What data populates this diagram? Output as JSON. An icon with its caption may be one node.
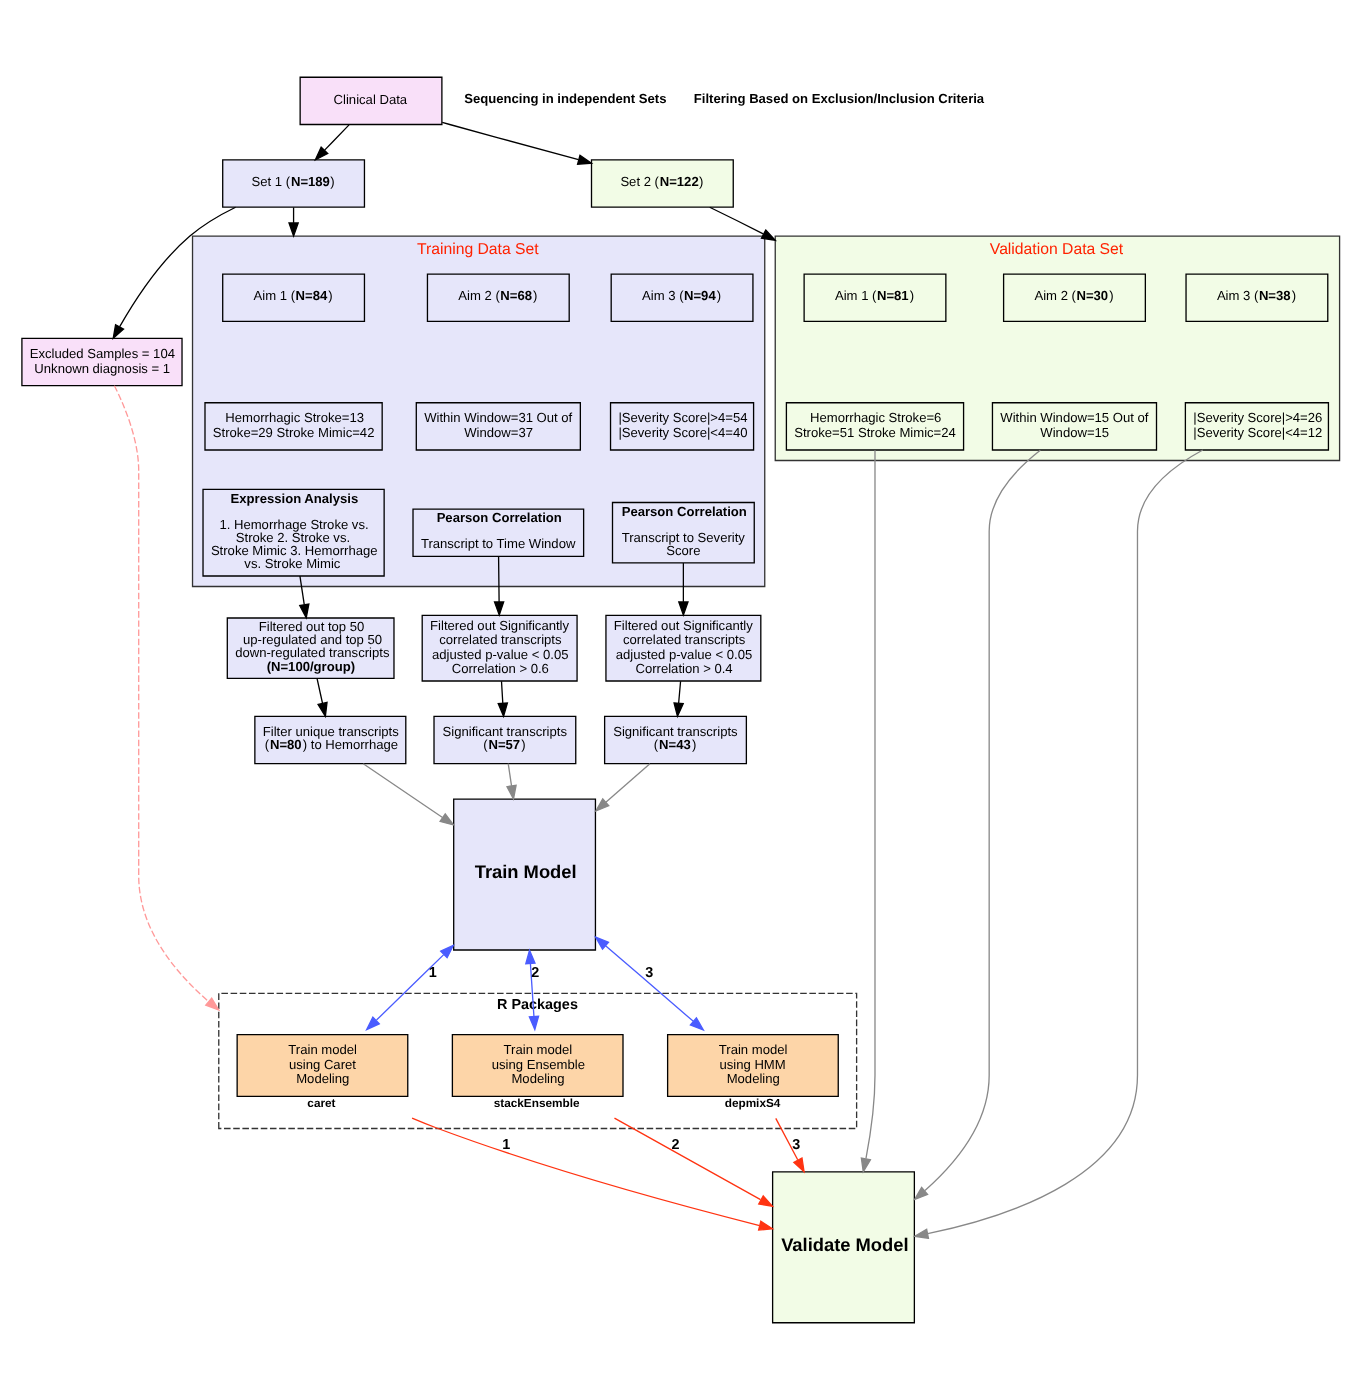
{
  "diagram": {
    "nodes": [
      {
        "text": [
          "Clinical Data"
        ]
      },
      {
        "text": [
          "Set 1 (**N=189**)"
        ]
      },
      {
        "text": [
          "Set 2 (**N=122**)"
        ]
      },
      {
        "text": [
          "Excluded Samples = 104 Unknown diagnosis = 1"
        ]
      },
      {
        "text": [
          "Training Data Set"
        ]
      },
      {
        "text": [
          "Aim 1 (**N=84**)"
        ],
        "in": 4
      },
      {
        "text": [
          "Hemorrhagic Stroke=13 Stroke=29 Stroke Mimic=42"
        ],
        "in": 4
      },
      {
        "text": [
          "Expression Analysis",
          "1. Hemorrhage Stroke vs. Stroke 2. Stroke vs. Stroke Mimic 3. Hemorrhage vs. Stroke Mimic"
        ],
        "in": 4
      },
      {
        "text": [
          "Aim 2 (**N=68**)"
        ],
        "in": 4
      },
      {
        "text": [
          "Within Window=31 Out of Window=37"
        ],
        "in": 4
      },
      {
        "text": [
          "Pearson Correlation",
          "Transcript to Time Window"
        ],
        "in": 4
      },
      {
        "text": [
          "Aim 3 (**N=94**)"
        ],
        "in": 4
      },
      {
        "text": [
          "|Severity Score|>4=54 |Severity Score|<4=40"
        ],
        "in": 4
      },
      {
        "text": [
          "Pearson Correlation",
          "Transcript to Severity Score"
        ],
        "in": 4
      },
      {
        "text": [
          "Filtered out top 50 up-regulated and top 50 down-regulated transcripts **(N=100/group)**"
        ]
      },
      {
        "text": [
          "Filtered out Significantly correlated transcripts adjusted p-value < 0.05 Correlation > 0.6"
        ]
      },
      {
        "text": [
          "Filtered out Significantly correlated transcripts adjusted p-value < 0.05 Correlation > 0.4"
        ]
      },
      {
        "text": [
          "Filter unique transcripts (**N=80**) to Hemorrhage"
        ]
      },
      {
        "text": [
          "Significant transcripts (**N=57**)"
        ]
      },
      {
        "text": [
          "Significant transcripts (**N=43**)"
        ]
      },
      {
        "text": [
          "Validation Data Set"
        ]
      },
      {
        "text": [
          "Aim 1 (**N=81**)"
        ],
        "in": 20
      },
      {
        "text": [
          "Hemorrhagic Stroke=6 Stroke=51 Stroke Mimic=24"
        ],
        "in": 20
      },
      {
        "text": [
          "Aim 2 (**N=30**)"
        ],
        "in": 20
      },
      {
        "text": [
          "Within Window=15 Out of Window=15"
        ],
        "in": 20
      },
      {
        "text": [
          "Aim 3 (**N=38**)"
        ],
        "in": 20
      },
      {
        "text": [
          "|Severity Score|>4=26 |Severity Score|<4=12"
        ],
        "in": 20
      },
      {
        "text": [
          "Train Model"
        ]
      },
      {
        "text": [
          "R Packages"
        ]
      },
      {
        "text": [
          "Train model using Caret Modeling"
        ],
        "in": 28,
        "beside": [
          "caret"
        ]
      },
      {
        "text": [
          "Train model using Ensemble Modeling"
        ],
        "in": 28,
        "beside": [
          "stackEnsemble"
        ]
      },
      {
        "text": [
          "Train model using HMM Modeling"
        ],
        "in": 28,
        "beside": [
          "depmixS4"
        ]
      },
      {
        "text": [
          "Validate Model"
        ]
      }
    ],
    "edges": [
      {
        "from": 0,
        "to": 1,
        "arrow": "to"
      },
      {
        "from": 0,
        "to": 2,
        "arrow": "to"
      },
      {
        "from": 1,
        "to": 3,
        "arrow": "to"
      },
      {
        "from": 1,
        "to": 4,
        "arrow": "to"
      },
      {
        "from": 2,
        "to": 20,
        "arrow": "to"
      },
      {
        "from": 7,
        "to": 14,
        "arrow": "to"
      },
      {
        "from": 10,
        "to": 15,
        "arrow": "to"
      },
      {
        "from": 13,
        "to": 16,
        "arrow": "to"
      },
      {
        "from": 14,
        "to": 17,
        "arrow": "to"
      },
      {
        "from": 15,
        "to": 18,
        "arrow": "to"
      },
      {
        "from": 16,
        "to": 19,
        "arrow": "to"
      },
      {
        "from": 17,
        "to": 27,
        "arrow": "to",
        "color": "#888888"
      },
      {
        "from": 18,
        "to": 27,
        "arrow": "to",
        "color": "#888888"
      },
      {
        "from": 19,
        "to": 27,
        "arrow": "to",
        "color": "#888888"
      },
      {
        "from": 22,
        "to": 32,
        "arrow": "to",
        "color": "#888888"
      },
      {
        "from": 24,
        "to": 32,
        "arrow": "to",
        "color": "#888888"
      },
      {
        "from": 26,
        "to": 32,
        "arrow": "to",
        "color": "#888888"
      },
      {
        "from": 27,
        "to": 29,
        "arrow": "both",
        "label": "1",
        "color": "#4a5cff"
      },
      {
        "from": 27,
        "to": 30,
        "arrow": "both",
        "label": "2",
        "color": "#4a5cff"
      },
      {
        "from": 27,
        "to": 31,
        "arrow": "both",
        "label": "3",
        "color": "#4a5cff"
      },
      {
        "from": 29,
        "to": 32,
        "arrow": "to",
        "label": "1",
        "color": "#ff3311"
      },
      {
        "from": 30,
        "to": 32,
        "arrow": "to",
        "label": "2",
        "color": "#ff3311"
      },
      {
        "from": 31,
        "to": 32,
        "arrow": "to",
        "label": "3",
        "color": "#ff3311"
      },
      {
        "from": 3,
        "to": 28,
        "arrow": "to",
        "style": "dashed",
        "color": "#ff9999"
      }
    ],
    "labels": [
      "Sequencing in independent Sets",
      "Filtering Based on Exclusion/Inclusion Criteria"
    ]
  }
}
